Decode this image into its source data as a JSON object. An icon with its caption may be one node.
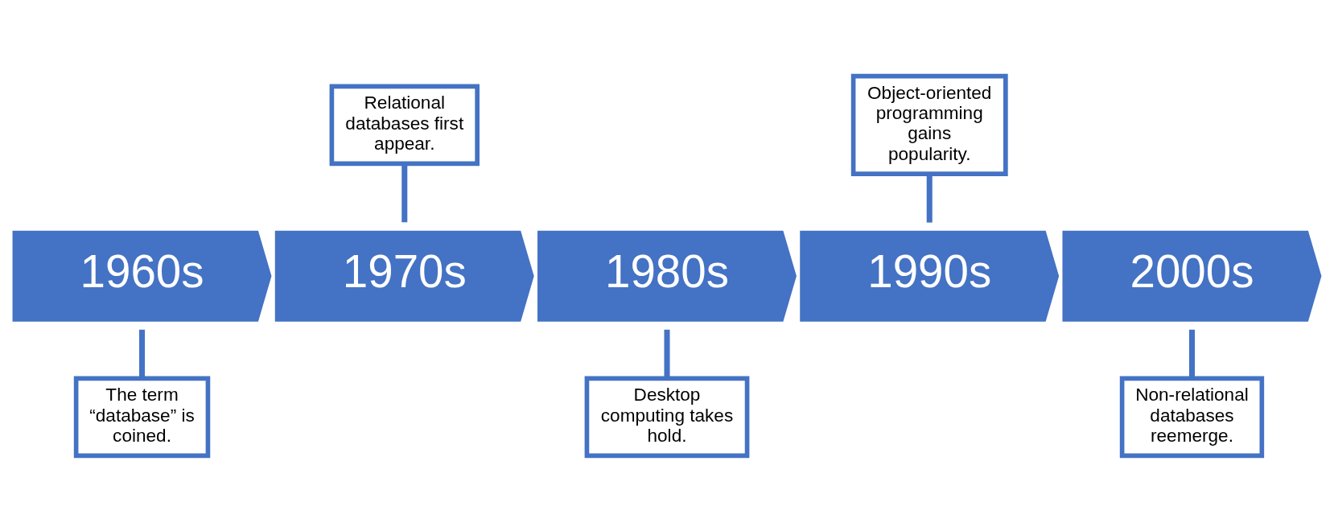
{
  "diagram": {
    "nodes": [
      {
        "text": [
          "Relational databases first appear."
        ]
      },
      {
        "text": [
          "Object-oriented programming gains popularity."
        ]
      },
      {
        "text": [
          "1960s"
        ]
      },
      {
        "text": [
          "1970s"
        ]
      },
      {
        "text": [
          "1980s"
        ]
      },
      {
        "text": [
          "1990s"
        ]
      },
      {
        "text": [
          "2000s"
        ]
      },
      {
        "text": [
          "The term “database” is coined."
        ]
      },
      {
        "text": [
          "Desktop computing takes hold."
        ]
      },
      {
        "text": [
          "Non-relational databases reemerge."
        ]
      }
    ],
    "edges": [
      {
        "from": 0,
        "to": 3,
        "arrow": "none"
      },
      {
        "from": 1,
        "to": 5,
        "arrow": "none"
      },
      {
        "from": 2,
        "to": 7,
        "arrow": "none"
      },
      {
        "from": 4,
        "to": 8,
        "arrow": "none"
      },
      {
        "from": 6,
        "to": 9,
        "arrow": "none"
      }
    ]
  }
}
